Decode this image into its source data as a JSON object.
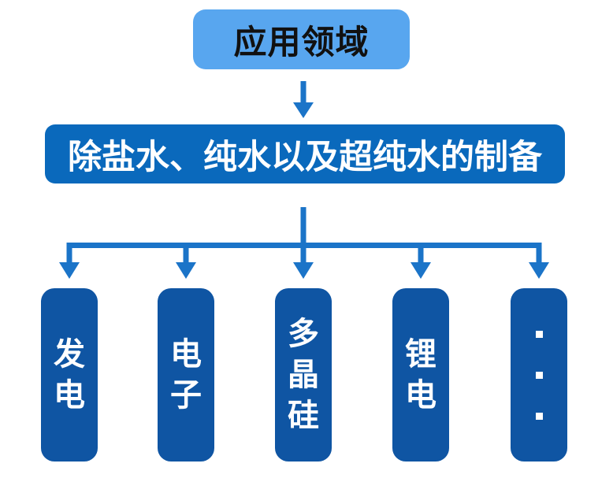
{
  "diagram": {
    "title_box": {
      "label": "应用领域"
    },
    "main_box": {
      "label": "除盐水、纯水以及超纯水的制备"
    },
    "branches": {
      "items": [
        {
          "label": "发电"
        },
        {
          "label": "电子"
        },
        {
          "label": "多晶硅"
        },
        {
          "label": "锂电"
        },
        {
          "label": "···",
          "type": "ellipsis",
          "icon": "vertical-ellipsis-icon"
        }
      ]
    }
  },
  "colors": {
    "title_box_bg": "#58a6ef",
    "main_box_bg": "#0a69bc",
    "branch_box_bg": "#0f55a3",
    "connector": "#1b74c8",
    "title_text": "#111111",
    "box_text": "#ffffff",
    "background": "#ffffff"
  }
}
